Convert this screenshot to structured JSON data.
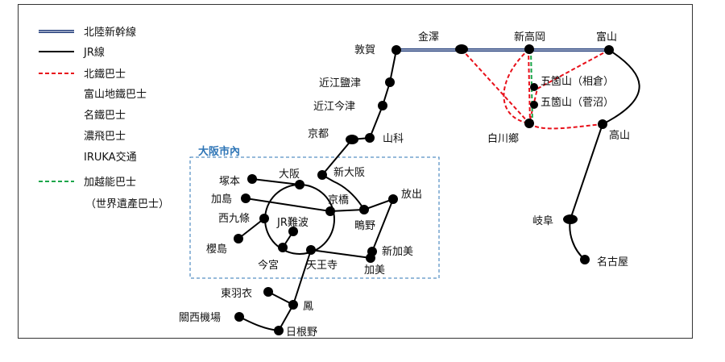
{
  "colors": {
    "shinkansen": "#1f3a78",
    "jr": "#000000",
    "hokutetsu": "#e8101a",
    "kaetsuno": "#1aa64a",
    "osaka_area": "#2e75b6"
  },
  "legend": {
    "items": [
      {
        "label": "北陸新幹線"
      },
      {
        "label": "JR線"
      },
      {
        "label": "北鐵巴士"
      },
      {
        "label": "富山地鐵巴士"
      },
      {
        "label": "名鐵巴士"
      },
      {
        "label": "濃飛巴士"
      },
      {
        "label": "IRUKA交通"
      },
      {
        "label": "加越能巴士"
      },
      {
        "label": "（世界遺產巴士）"
      }
    ]
  },
  "area": {
    "title": "大阪市內"
  },
  "stations": {
    "tsuruga": "敦賀",
    "kanazawa": "金澤",
    "shintakaoka": "新高岡",
    "toyama": "富山",
    "omi_shiotsu": "近江鹽津",
    "omi_imazu": "近江今津",
    "kyoto": "京都",
    "yamashina": "山科",
    "gokayama_ainokura": "五箇山（相倉）",
    "gokayama_suganuma": "五箇山（菅沼）",
    "shirakawago": "白川鄉",
    "takayama": "高山",
    "gifu": "岐阜",
    "nagoya": "名古屋",
    "osaka": "大阪",
    "shin_osaka": "新大阪",
    "tsukamoto": "塚本",
    "kashima": "加島",
    "nishikujo": "西九條",
    "jr_namba": "JR難波",
    "kyobashi": "京橋",
    "hanaten": "放出",
    "shigino": "鴫野",
    "sakurajima": "櫻島",
    "imamiya": "今宮",
    "tennoji": "天王寺",
    "shinkami": "新加美",
    "kami": "加美",
    "higashi_hagoromo": "東羽衣",
    "otori": "鳳",
    "kansai_airport": "關西機場",
    "hineno": "日根野"
  }
}
